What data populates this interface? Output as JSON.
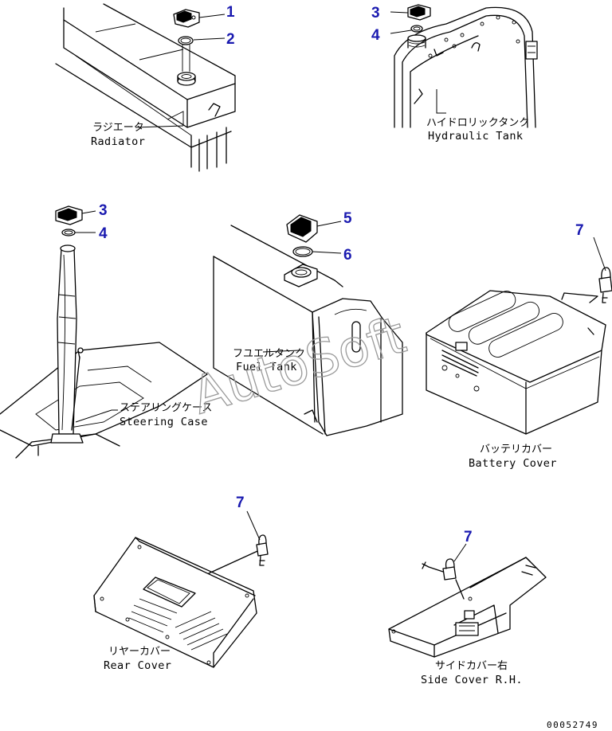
{
  "callouts": {
    "radiator_cap": "1",
    "radiator_gasket": "2",
    "hydraulic_cap": "3",
    "hydraulic_gasket": "4",
    "steering_cap": "3",
    "steering_gasket": "4",
    "fuel_cap": "5",
    "fuel_gasket": "6",
    "battery_lock": "7",
    "rear_lock": "7",
    "side_lock": "7"
  },
  "labels": {
    "radiator_jp": "ラジエータ",
    "radiator_en": "Radiator",
    "hydraulic_jp": "ハイドロリックタンク",
    "hydraulic_en": "Hydraulic Tank",
    "steering_jp": "ステアリングケース",
    "steering_en": "Steering Case",
    "fuel_jp": "フユエルタンク",
    "fuel_en": "Fuel Tank",
    "battery_jp": "バッテリカバー",
    "battery_en": "Battery Cover",
    "rear_jp": "リヤーカバー",
    "rear_en": "Rear Cover",
    "side_jp": "サイドカバー右",
    "side_en": "Side Cover R.H."
  },
  "watermark": "AutoSoft",
  "drawing_code": "00052749"
}
